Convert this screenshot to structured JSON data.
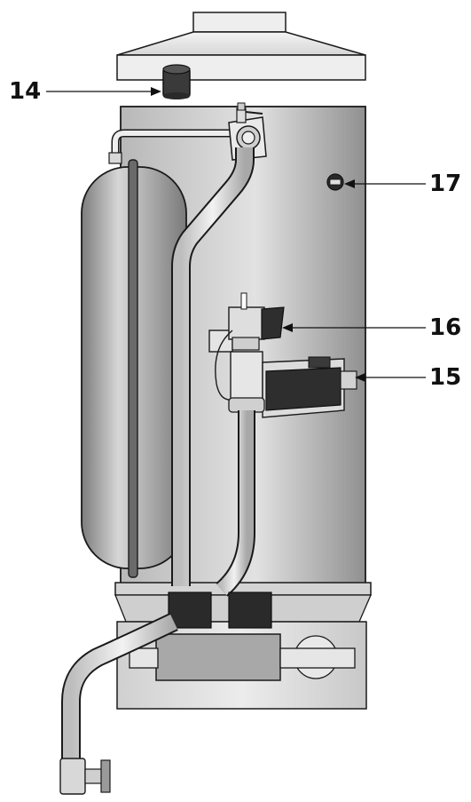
{
  "callouts": [
    {
      "id": "callout-14",
      "label": "14"
    },
    {
      "id": "callout-17",
      "label": "17"
    },
    {
      "id": "callout-16",
      "label": "16"
    },
    {
      "id": "callout-15",
      "label": "15"
    }
  ],
  "colors": {
    "outline": "#1a1a1a",
    "tank_light": "#d9d9d9",
    "tank_dark": "#8a8a8a",
    "vessel_light": "#c4c4c4",
    "vessel_dark": "#7a7a7a",
    "component_dark": "#2e2e2e",
    "base_fill": "#e8e8e8"
  }
}
